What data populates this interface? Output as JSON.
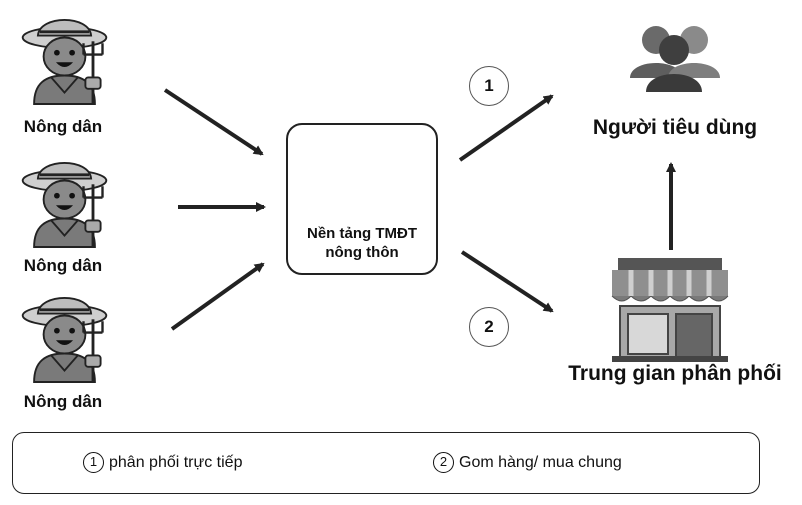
{
  "farmers": [
    {
      "label": "Nông dân",
      "icon": "farmer-icon"
    },
    {
      "label": "Nông dân",
      "icon": "farmer-icon"
    },
    {
      "label": "Nông dân",
      "icon": "farmer-icon"
    }
  ],
  "platform": {
    "line1": "Nền tảng TMĐT",
    "line2": "nông thôn",
    "icon": "computer-icon"
  },
  "consumer": {
    "label": "Người tiêu dùng",
    "icon": "people-group-icon"
  },
  "distributor": {
    "label": "Trung gian phân phối",
    "icon": "storefront-icon"
  },
  "routes": [
    {
      "number": "1"
    },
    {
      "number": "2"
    }
  ],
  "legend": [
    {
      "number": "1",
      "text": "phân phối trực tiếp"
    },
    {
      "number": "2",
      "text": "Gom hàng/ mua chung"
    }
  ],
  "colors": {
    "line": "#222222",
    "awning": "#7a7a7a",
    "skin": "#8a8a8a"
  }
}
